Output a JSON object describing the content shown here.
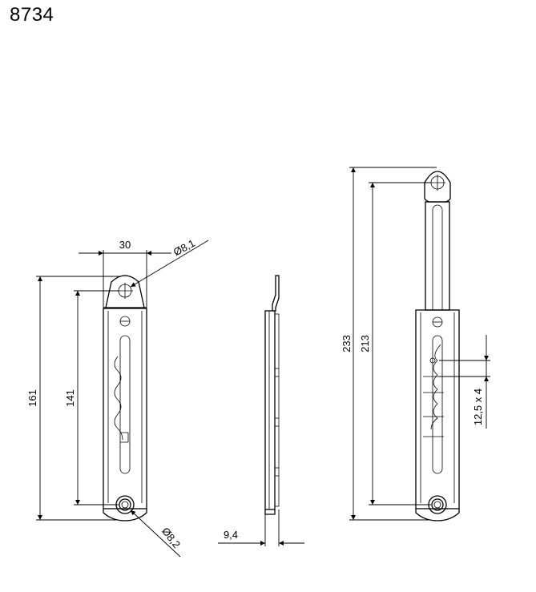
{
  "title": "8734",
  "dimensions": {
    "width_top": "30",
    "hole_top": "Ø8,1",
    "height_total_left": "161",
    "height_inner_left": "141",
    "hole_bottom": "Ø8,2",
    "thickness": "9,4",
    "height_total_right": "233",
    "height_inner_right": "213",
    "slot_pitch": "12,5 x 4"
  }
}
